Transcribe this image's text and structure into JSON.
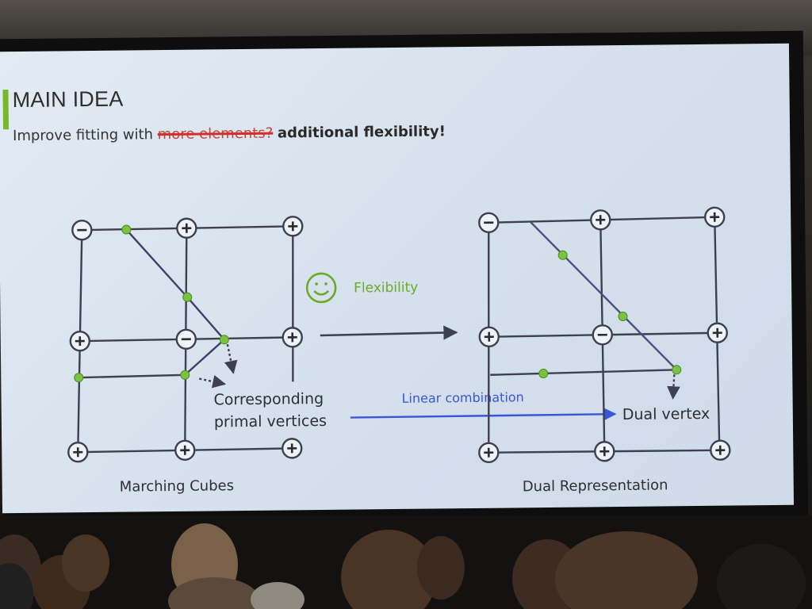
{
  "slide": {
    "title": "MAIN IDEA",
    "subtitle_prefix": "Improve fitting with ",
    "subtitle_struck": "more elements?",
    "subtitle_bold": "additional flexibility!",
    "smiley_label": "Flexibility",
    "primal_label_line1": "Corresponding",
    "primal_label_line2": "primal vertices",
    "linear_label": "Linear combination",
    "dual_vertex_label": "Dual vertex",
    "left_caption": "Marching Cubes",
    "right_caption": "Dual Representation",
    "minus_sign": "−",
    "plus_sign": "+"
  },
  "colors": {
    "slide_bg": "#dce6f0",
    "accent": "#76b82a",
    "strike": "#d0302a",
    "green_label": "#6aaa2a",
    "blue": "#3a55d8",
    "line": "#3f3f52",
    "diag_line": "#4a4f7a"
  },
  "icons": [
    "smiley-icon",
    "vertex-dot-icon",
    "sign-circle-icon",
    "arrow-icon"
  ]
}
